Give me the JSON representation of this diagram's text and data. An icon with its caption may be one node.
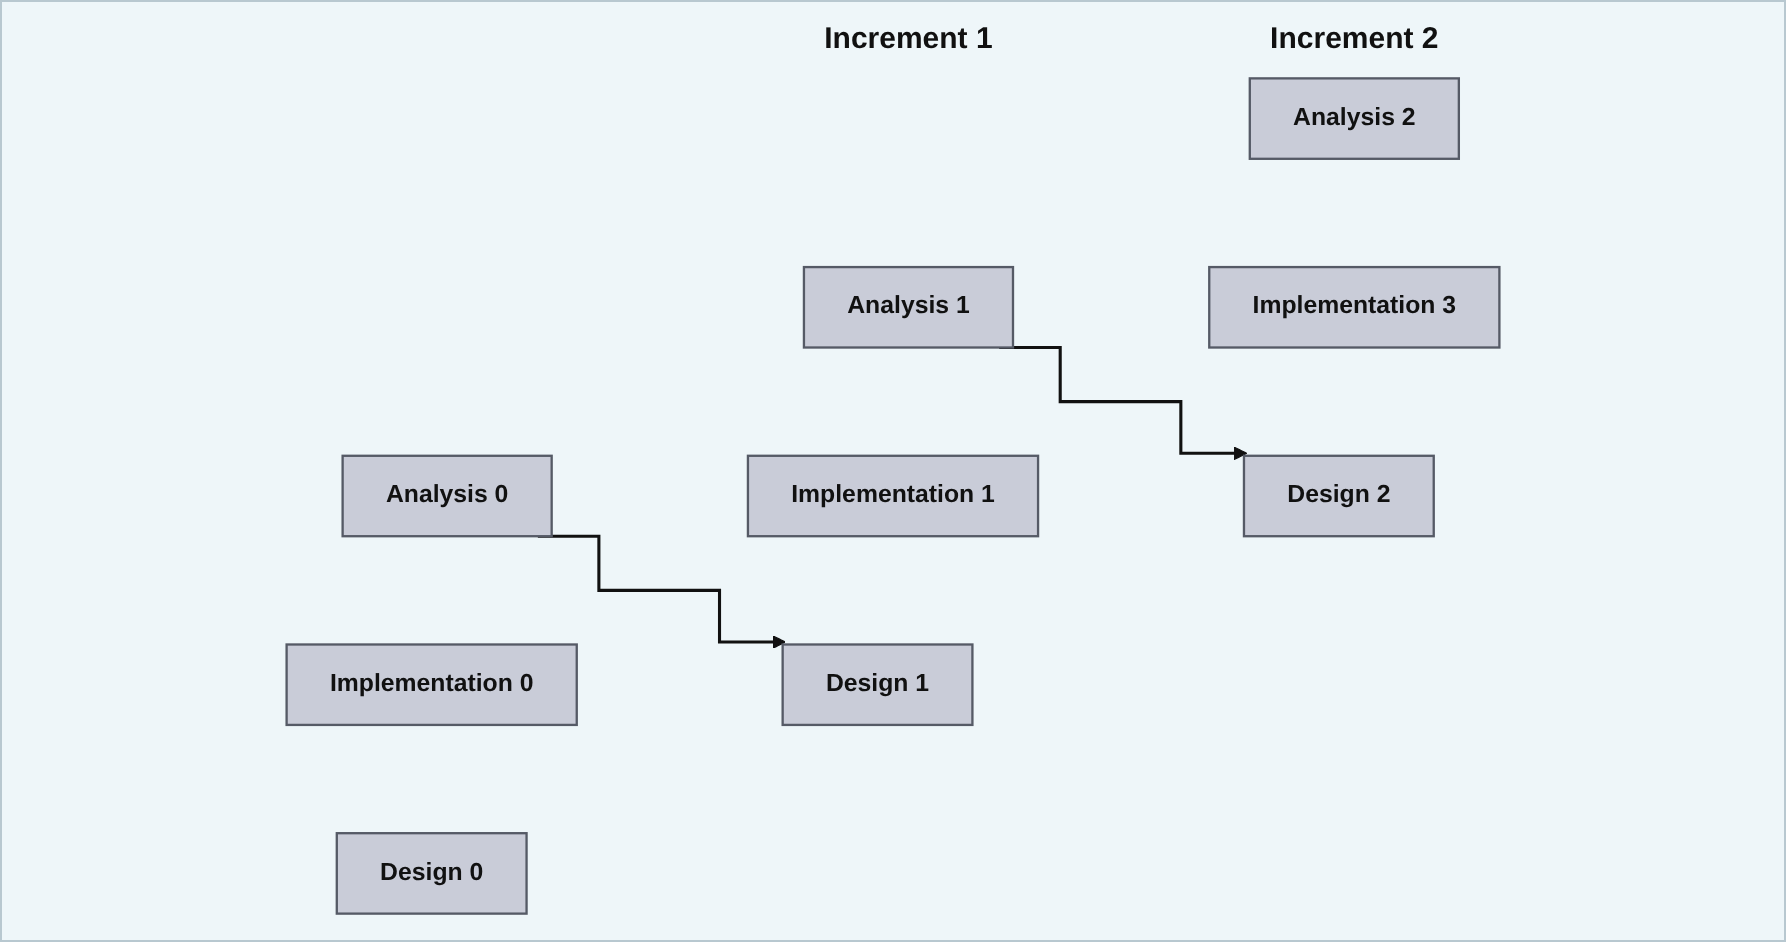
{
  "diagram": {
    "nodes": [
      {
        "text": [
          "Analysis 0"
        ]
      },
      {
        "text": [
          "Analysis 1"
        ]
      },
      {
        "text": [
          "Analysis 2"
        ]
      },
      {
        "text": [
          "Implementation 0"
        ]
      },
      {
        "text": [
          "Implementation 1"
        ]
      },
      {
        "text": [
          "Implementation 3"
        ]
      },
      {
        "text": [
          "Design 0"
        ]
      },
      {
        "text": [
          "Design 1"
        ]
      },
      {
        "text": [
          "Design 2"
        ]
      }
    ],
    "edges": [
      {
        "from": 0,
        "to": 7,
        "arrow": "to"
      },
      {
        "from": 1,
        "to": 8,
        "arrow": "to"
      }
    ],
    "labels": [
      "Increment 1",
      "Increment 2"
    ]
  }
}
